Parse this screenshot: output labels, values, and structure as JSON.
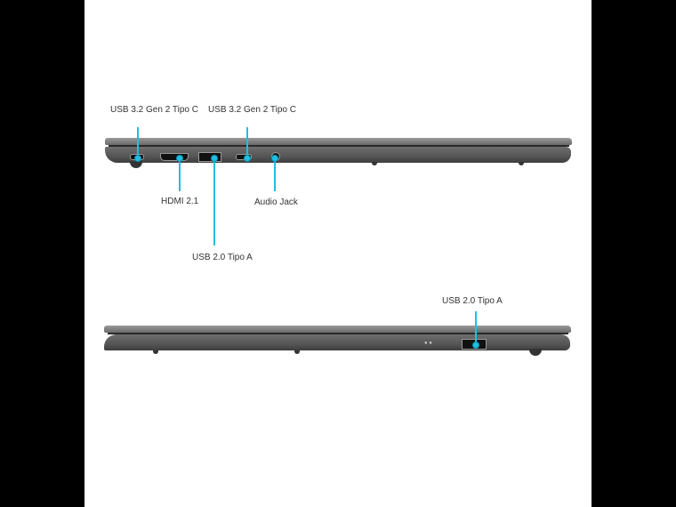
{
  "views": {
    "left_side": {
      "labels": {
        "usbc_1": "USB 3.2 Gen 2 Tipo C",
        "usbc_2": "USB 3.2 Gen 2 Tipo C",
        "hdmi": "HDMI 2.1",
        "usba": "USB 2.0 Tipo A",
        "audio": "Audio Jack"
      },
      "ports": [
        "usb-c",
        "hdmi",
        "usb-a",
        "usb-c",
        "audio-jack"
      ]
    },
    "right_side": {
      "labels": {
        "usba": "USB 2.0 Tipo A"
      },
      "ports": [
        "led-indicators",
        "usb-a"
      ]
    }
  },
  "colors": {
    "callout": "#1ec0e0",
    "chassis": "#5e5e5e",
    "background": "#ffffff",
    "letterbox": "#000000"
  }
}
